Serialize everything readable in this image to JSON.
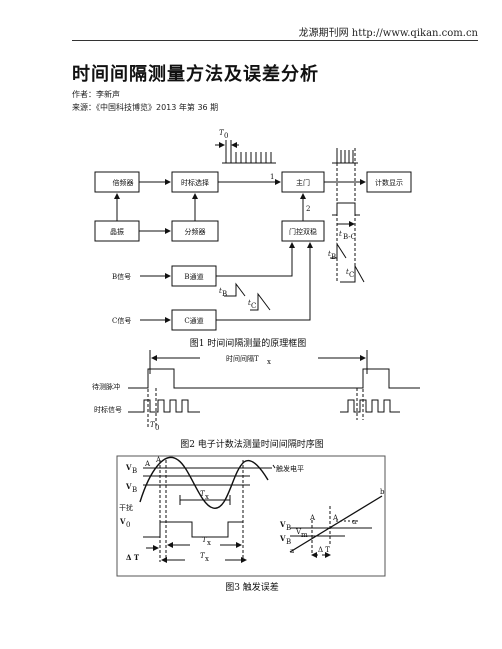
{
  "header": {
    "site": "龙源期刊网 http://www.qikan.com.cn"
  },
  "article": {
    "title": "时间间隔测量方法及误差分析",
    "author_line": "作者：李新声",
    "source_line": "来源：《中国科技博览》2013 年第 36 期"
  },
  "figure1": {
    "caption": "图1  时间间隔测量的原理框图",
    "blocks": {
      "multiplier": "倍频器",
      "timebase_select": "时标选择",
      "main_gate": "主门",
      "counter_display": "计数显示",
      "crystal": "晶振",
      "divider": "分频器",
      "gate_control": "门控双稳",
      "b_channel": "B通道",
      "c_channel": "C通道"
    },
    "signals": {
      "b_signal": "B信号",
      "c_signal": "C信号"
    },
    "labels": {
      "t0": "T",
      "t0_sub": "0",
      "input1": "1",
      "input2": "2",
      "tb_c": "t",
      "tb_c_sub": "B-C",
      "tb": "t",
      "tb_sub": "B",
      "tc": "t",
      "tc_sub": "C"
    }
  },
  "figure2": {
    "caption": "图2  电子计数法测量时间间隔时序图",
    "interval_label": "时间间隔T",
    "interval_sub": "x",
    "measured_pulse": "待测脉冲",
    "clock_signal": "时标信号",
    "t0": "T",
    "t0_sub": "0"
  },
  "figure3": {
    "caption": "图3  触发误差",
    "labels": {
      "vb": "V",
      "vb_sub": "B",
      "vb2": "V",
      "vb2_sub": "B",
      "interference": "干扰",
      "v0": "V",
      "v0_sub": "0",
      "tx": "T",
      "tx_sub": "x",
      "tx2": "T",
      "tx2_sub": "x",
      "delta_t": "Δ T",
      "a": "A",
      "a2": "A",
      "trigger_level": "触发电平",
      "right_vb": "V",
      "right_vb_sub": "B",
      "right_vb2": "V",
      "right_vb2_sub": "B",
      "right_vn": "V",
      "right_vn_sub": "m",
      "right_a": "A",
      "right_a2": "A",
      "pt_a": "a",
      "pt_b": "b",
      "alpha": "α",
      "right_dt": "Δ T"
    }
  }
}
